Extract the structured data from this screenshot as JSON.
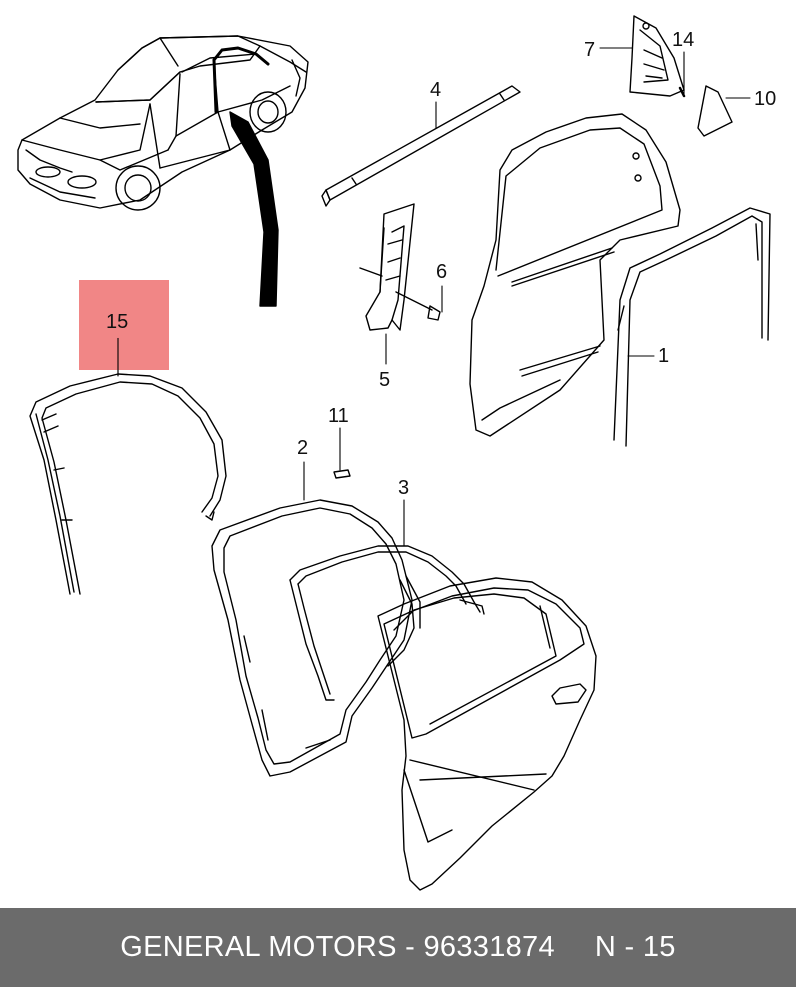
{
  "callouts": {
    "c1": "1",
    "c2": "2",
    "c3": "3",
    "c4": "4",
    "c5": "5",
    "c6": "6",
    "c7": "7",
    "c10": "10",
    "c11": "11",
    "c14": "14",
    "c15": "15"
  },
  "highlight": {
    "color": "#f08080",
    "part": "15"
  },
  "footer": {
    "part_text": "GENERAL MOTORS - 96331874",
    "ref_text": "N - 15"
  }
}
